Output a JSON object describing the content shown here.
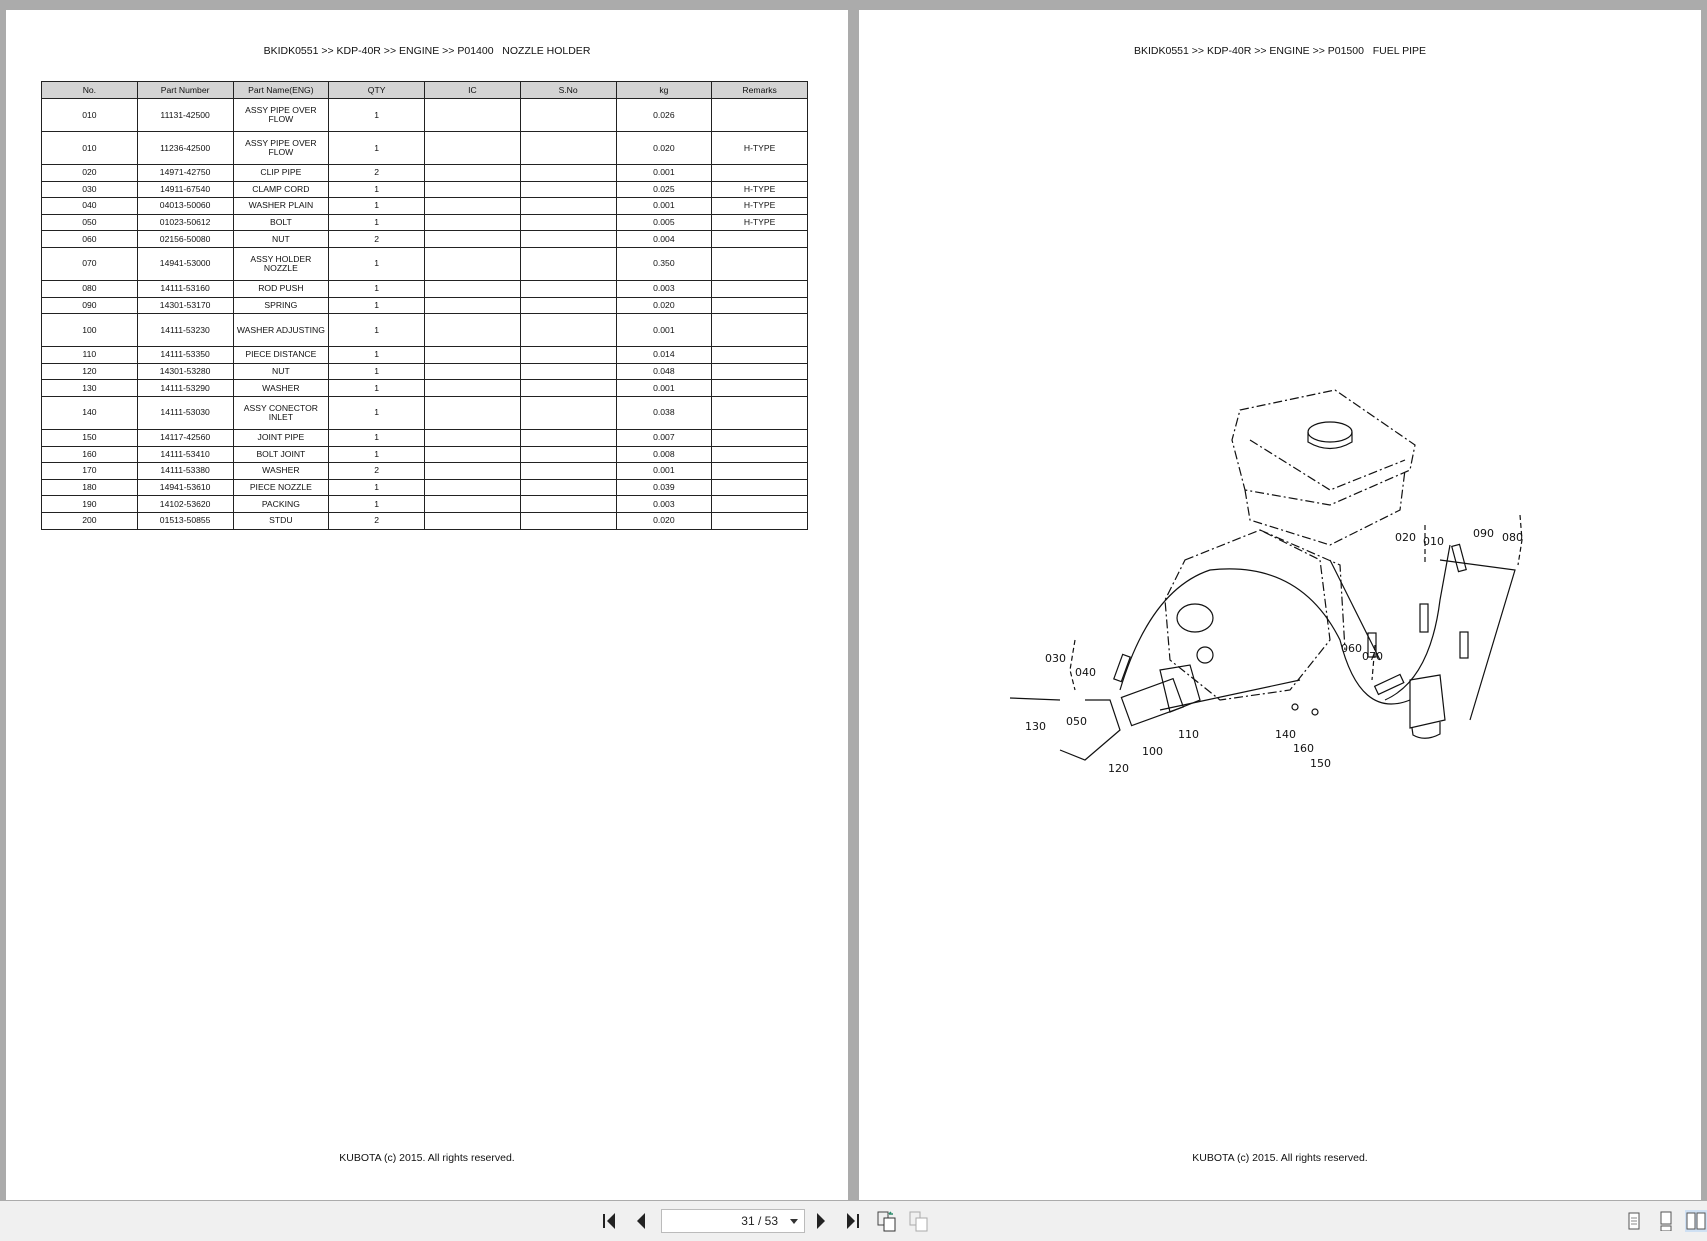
{
  "left_page": {
    "title": "BKIDK0551 >> KDP-40R >> ENGINE >> P01400   NOZZLE HOLDER",
    "columns": [
      "No.",
      "Part Number",
      "Part Name(ENG)",
      "QTY",
      "IC",
      "S.No",
      "kg",
      "Remarks"
    ],
    "rows": [
      [
        "010",
        "11131-42500",
        "ASSY PIPE OVER FLOW",
        "1",
        "",
        "",
        "0.026",
        ""
      ],
      [
        "010",
        "11236-42500",
        "ASSY PIPE OVER FLOW",
        "1",
        "",
        "",
        "0.020",
        "H-TYPE"
      ],
      [
        "020",
        "14971-42750",
        "CLIP PIPE",
        "2",
        "",
        "",
        "0.001",
        ""
      ],
      [
        "030",
        "14911-67540",
        "CLAMP CORD",
        "1",
        "",
        "",
        "0.025",
        "H-TYPE"
      ],
      [
        "040",
        "04013-50060",
        "WASHER PLAIN",
        "1",
        "",
        "",
        "0.001",
        "H-TYPE"
      ],
      [
        "050",
        "01023-50612",
        "BOLT",
        "1",
        "",
        "",
        "0.005",
        "H-TYPE"
      ],
      [
        "060",
        "02156-50080",
        "NUT",
        "2",
        "",
        "",
        "0.004",
        ""
      ],
      [
        "070",
        "14941-53000",
        "ASSY HOLDER NOZZLE",
        "1",
        "",
        "",
        "0.350",
        ""
      ],
      [
        "080",
        "14111-53160",
        "ROD PUSH",
        "1",
        "",
        "",
        "0.003",
        ""
      ],
      [
        "090",
        "14301-53170",
        "SPRING",
        "1",
        "",
        "",
        "0.020",
        ""
      ],
      [
        "100",
        "14111-53230",
        "WASHER ADJUSTING",
        "1",
        "",
        "",
        "0.001",
        ""
      ],
      [
        "110",
        "14111-53350",
        "PIECE DISTANCE",
        "1",
        "",
        "",
        "0.014",
        ""
      ],
      [
        "120",
        "14301-53280",
        "NUT",
        "1",
        "",
        "",
        "0.048",
        ""
      ],
      [
        "130",
        "14111-53290",
        "WASHER",
        "1",
        "",
        "",
        "0.001",
        ""
      ],
      [
        "140",
        "14111-53030",
        "ASSY CONECTOR INLET",
        "1",
        "",
        "",
        "0.038",
        ""
      ],
      [
        "150",
        "14117-42560",
        "JOINT PIPE",
        "1",
        "",
        "",
        "0.007",
        ""
      ],
      [
        "160",
        "14111-53410",
        "BOLT JOINT",
        "1",
        "",
        "",
        "0.008",
        ""
      ],
      [
        "170",
        "14111-53380",
        "WASHER",
        "2",
        "",
        "",
        "0.001",
        ""
      ],
      [
        "180",
        "14941-53610",
        "PIECE NOZZLE",
        "1",
        "",
        "",
        "0.039",
        ""
      ],
      [
        "190",
        "14102-53620",
        "PACKING",
        "1",
        "",
        "",
        "0.003",
        ""
      ],
      [
        "200",
        "01513-50855",
        "STDU",
        "2",
        "",
        "",
        "0.020",
        ""
      ]
    ],
    "footer": "KUBOTA (c) 2015. All rights reserved."
  },
  "right_page": {
    "title": "BKIDK0551 >> KDP-40R >> ENGINE >> P01500   FUEL PIPE",
    "callouts": [
      "010",
      "020",
      "030",
      "040",
      "050",
      "060",
      "070",
      "080",
      "090",
      "100",
      "110",
      "120",
      "130",
      "140",
      "150",
      "160"
    ],
    "footer": "KUBOTA (c) 2015. All rights reserved."
  },
  "toolbar": {
    "page_indicator": "31 / 53",
    "icons": [
      "first-page-icon",
      "prev-page-icon",
      "next-page-icon",
      "last-page-icon",
      "go-back-view-icon",
      "go-forward-view-icon",
      "single-page-view-icon",
      "continuous-view-icon",
      "two-page-view-icon"
    ],
    "active_view": "two-page-view"
  }
}
